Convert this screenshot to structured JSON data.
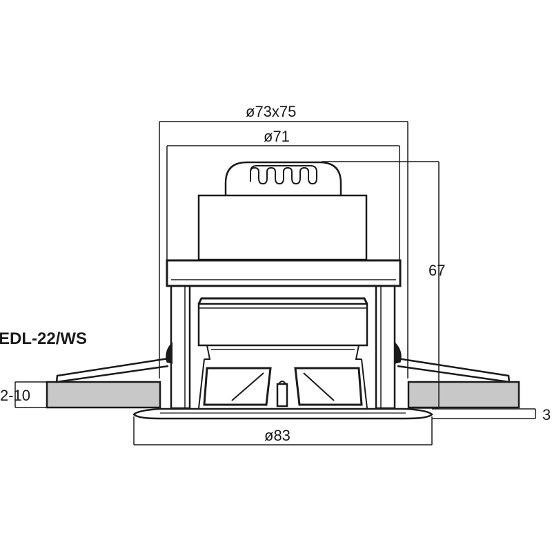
{
  "model": "EDL-22/WS",
  "dimensions": {
    "outer_diameter": "ø73x75",
    "inner_diameter": "ø71",
    "height": "67",
    "ceiling_thickness": "2-10",
    "flange_diameter": "ø83",
    "flange_thickness": "3"
  },
  "colors": {
    "line": "#1a1a1a",
    "ceiling_fill": "#c8c8c8",
    "background": "#ffffff"
  }
}
